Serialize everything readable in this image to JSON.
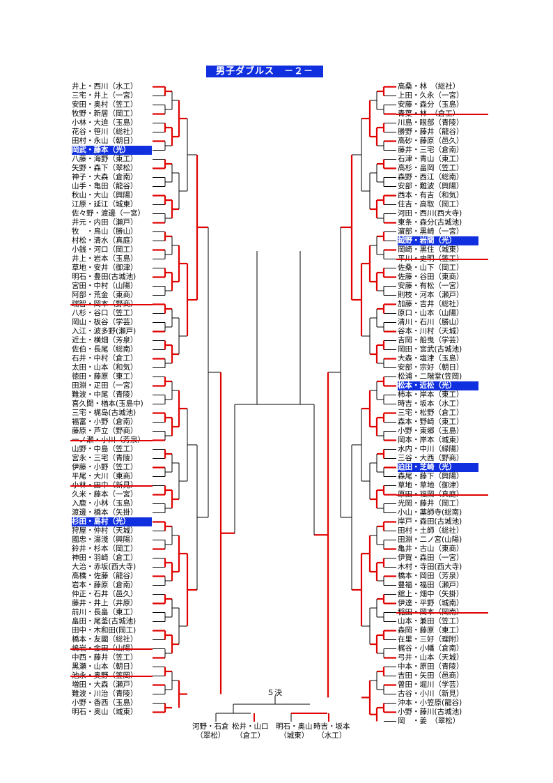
{
  "title": "男子ダブルス　－２－",
  "final_label": "５決",
  "left_entries": [
    {
      "text": "井上・西川（水工）"
    },
    {
      "text": "三宅・井上（一宮）"
    },
    {
      "text": "安田・奥村（笠工）"
    },
    {
      "text": "牧野・新居（岡工）"
    },
    {
      "text": "小林・大迫（玉島）"
    },
    {
      "text": "花谷・笹川（総社）"
    },
    {
      "text": "田村・永山（朝日）"
    },
    {
      "text": "岡武・藤本（光）",
      "highlight": true
    },
    {
      "text": "八藤・海野（東工）"
    },
    {
      "text": "矢野・森下（翠松）"
    },
    {
      "text": "神子・大森（倉南）"
    },
    {
      "text": "山手・亀田（龍谷）"
    },
    {
      "text": "秋山・大山（興陽）"
    },
    {
      "text": "江原・延江（城東）"
    },
    {
      "text": "佐々野・渡邊（一宮）"
    },
    {
      "text": "井元・内田（瀬戸）"
    },
    {
      "text": "牧　・鳥山（勝山）"
    },
    {
      "text": "村松・清水（真庭）"
    },
    {
      "text": "小銭・河口（岡工）"
    },
    {
      "text": "井上・岩本（玉島）"
    },
    {
      "text": "草地・安井（御津）"
    },
    {
      "text": "明石・豊田(古城池)"
    },
    {
      "text": "宮田・中村（山陽）"
    },
    {
      "text": "阿部・荒金（東商）"
    },
    {
      "text": "瑞智・岡本（野商）",
      "struck": true
    },
    {
      "text": "八杉・谷口（笠工）"
    },
    {
      "text": "岡山・板谷（学芸）"
    },
    {
      "text": "入江・波多野(瀬戸)"
    },
    {
      "text": "近土・横畑（芳泉）"
    },
    {
      "text": "佐伯・長尾（総南）"
    },
    {
      "text": "石井・中村（倉工）"
    },
    {
      "text": "太田・山本（和気）"
    },
    {
      "text": "徳田・藤原（東工）"
    },
    {
      "text": "田淵・疋田（一宮）"
    },
    {
      "text": "難波・中尾（青陵）"
    },
    {
      "text": "喜久間・楢本(玉島中)"
    },
    {
      "text": "三宅・梶岛(古城池)"
    },
    {
      "text": "福富・小野（倉南）"
    },
    {
      "text": "藤原・芦立（野商）"
    },
    {
      "text": "一ノ瀬・小川（芳泉）",
      "struck": true
    },
    {
      "text": "山野・中島（笠工）"
    },
    {
      "text": "宮永・三宅（青陵）"
    },
    {
      "text": "伊藤・小野（笠工）"
    },
    {
      "text": "平尾・大川（東商）"
    },
    {
      "text": "小林・田中（新見）",
      "struck": true
    },
    {
      "text": "久米・藤本（一宮）"
    },
    {
      "text": "入鹿・小林（玉島）"
    },
    {
      "text": "渡邊・橋本（矢掛）"
    },
    {
      "text": "杉田・島村（光）",
      "highlight": true
    },
    {
      "text": "狩屋・仲村（天城）"
    },
    {
      "text": "國忠・湯淺（興陽）"
    },
    {
      "text": "鈴井・杉本（岡工）"
    },
    {
      "text": "神田・羽崎（倉工）"
    },
    {
      "text": "大治・赤坂(西大寺)"
    },
    {
      "text": "高橋・佐藤（龍谷）"
    },
    {
      "text": "岩本・藤原（倉南）"
    },
    {
      "text": "仲正・石井（邑久）"
    },
    {
      "text": "藤井・井上（井原）"
    },
    {
      "text": "前川・長畠（東工）"
    },
    {
      "text": "畠田・尾釜(古城池)"
    },
    {
      "text": "田中・木和田(岡工)"
    },
    {
      "text": "橋本・友國（総社）"
    },
    {
      "text": "嶋岩・金田（山陽）",
      "struck": true
    },
    {
      "text": "中西・藤井（笠工）"
    },
    {
      "text": "黒瀬・山本（朝日）"
    },
    {
      "text": "池永・奥野（笠岡）",
      "struck": true
    },
    {
      "text": "増田・大森（瀬戸）"
    },
    {
      "text": "難波・川治（青陵）"
    },
    {
      "text": "小野・香西（玉島）"
    },
    {
      "text": "明石・奥山（城東）"
    }
  ],
  "right_entries": [
    {
      "text": "高桑・林　（総社）"
    },
    {
      "text": "上田・久永（一宮）"
    },
    {
      "text": "安藤・森分（玉島）"
    },
    {
      "text": "青葉・林　（倉工）",
      "struck": true
    },
    {
      "text": "川島・眼部（青陵）"
    },
    {
      "text": "勝野・藤井（龍谷）"
    },
    {
      "text": "高砂・藤原（邑久）"
    },
    {
      "text": "藤井・三宅（倉南）"
    },
    {
      "text": "石津・青山（東工）"
    },
    {
      "text": "高杉・畠岡（笠工）"
    },
    {
      "text": "森野・西江（総南）"
    },
    {
      "text": "安部・難波（興陽）"
    },
    {
      "text": "西本・有吉（和気）"
    },
    {
      "text": "住吉・高取（岡工）"
    },
    {
      "text": "河田・西川(西大寺)"
    },
    {
      "text": "東条・森分(古城池)"
    },
    {
      "text": "濵部・黒崎（一宮）"
    },
    {
      "text": "鉞野・岩間（光）",
      "highlight": true
    },
    {
      "text": "岡崎・黒住（城東）"
    },
    {
      "text": "平川・史明（笠工）",
      "struck": true
    },
    {
      "text": "佐桑・山下（岡工）"
    },
    {
      "text": "佐藤・谷田（東商）"
    },
    {
      "text": "安藤・有松（一宮）"
    },
    {
      "text": "則枝・河本（瀬戸）"
    },
    {
      "text": "加藤・吉井（総社）"
    },
    {
      "text": "原口・山本（山陽）"
    },
    {
      "text": "清川・石川（勝山）"
    },
    {
      "text": "谷本・川村（天城）"
    },
    {
      "text": "吉岡・船曳（学芸）"
    },
    {
      "text": "岡田・宮武(古城池)"
    },
    {
      "text": "大森・塩津（玉島）"
    },
    {
      "text": "安部・宗好（朝日）"
    },
    {
      "text": "松浦・二階堂(笠岡)"
    },
    {
      "text": "松本・近松（光）",
      "highlight": true
    },
    {
      "text": "柿本・岸本（東工）"
    },
    {
      "text": "時吉・坂本（水工）"
    },
    {
      "text": "三宅・松野（倉工）"
    },
    {
      "text": "森本・野崎（東工）"
    },
    {
      "text": "小野・東郷（玉島）"
    },
    {
      "text": "岡本・岸本（城東）"
    },
    {
      "text": "水内・中川（緑陽）"
    },
    {
      "text": "三谷・大西（野商）"
    },
    {
      "text": "迫田・芝崎（光）",
      "highlight": true
    },
    {
      "text": "森尾・藤下（興陽）"
    },
    {
      "text": "草地・草地（御津）"
    },
    {
      "text": "原田・福岡（真庭）",
      "struck": true
    },
    {
      "text": "光岡・藤井（岡工）"
    },
    {
      "text": "小山・薬師寺(総南)"
    },
    {
      "text": "岸戸・森田(古城池)"
    },
    {
      "text": "田村・土師（総社）"
    },
    {
      "text": "田淵・二ノ宮(山陽)"
    },
    {
      "text": "亀井・古山（東商）"
    },
    {
      "text": "伊賀・森田（一宮）"
    },
    {
      "text": "木村・寺田(西大寺)"
    },
    {
      "text": "橋本・岡田（芳泉）"
    },
    {
      "text": "豊福・福田（瀬戸）"
    },
    {
      "text": "舘上・畑中（矢掛）"
    },
    {
      "text": "伊達・平野（城南）"
    },
    {
      "text": "稲田・岡本（岡南）",
      "struck": true
    },
    {
      "text": "山本・兼田（笠工）"
    },
    {
      "text": "森岡・藤原（東工）"
    },
    {
      "text": "在里・三好（理附）"
    },
    {
      "text": "梶谷・小幡（倉南）"
    },
    {
      "text": "弓井・山本（天城）"
    },
    {
      "text": "中本・原田（青陵）"
    },
    {
      "text": "吉田・矢田（邑商）"
    },
    {
      "text": "曽田・堀川（学芸）"
    },
    {
      "text": "古谷・小川（新見）"
    },
    {
      "text": "沖本・小笠原(龍谷)"
    },
    {
      "text": "小野・藤川(古城池)"
    },
    {
      "text": "岡　・姜　（翠松）"
    }
  ],
  "final_entries": [
    {
      "line1": "河野・石倉",
      "line2": "（翠松）"
    },
    {
      "line1": "松井・山口",
      "line2": "（倉工）"
    },
    {
      "line1": "明石・奥山",
      "line2": "（城東）"
    },
    {
      "line1": "時吉・坂本",
      "line2": "（水工）"
    }
  ],
  "colors": {
    "winner_line": "#e00000",
    "bracket_line": "#000000",
    "highlight_bg": "#1030e0"
  }
}
